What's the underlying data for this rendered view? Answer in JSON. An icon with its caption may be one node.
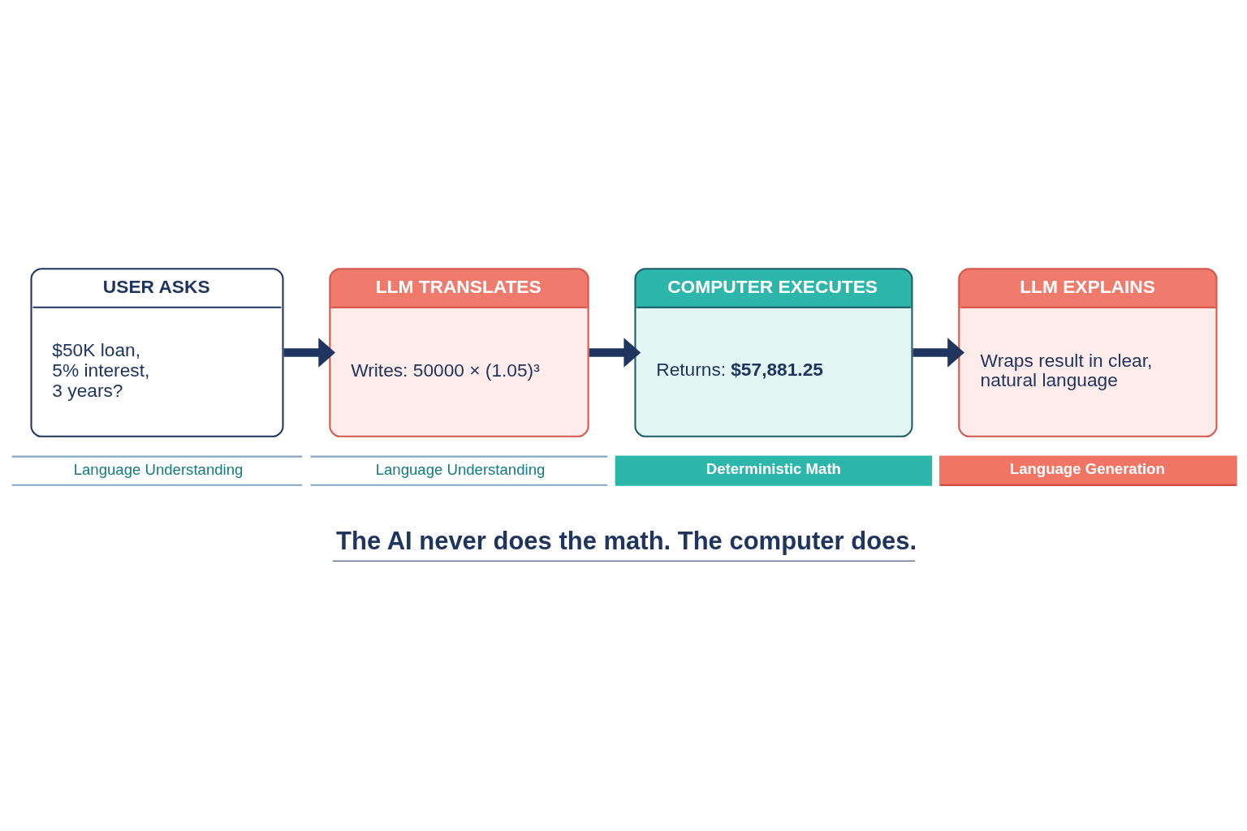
{
  "diagram": {
    "caption": "The AI never does the math. The computer does.",
    "nodes": [
      {
        "text": [
          "USER ASKS",
          "$50K loan, 5% interest, 3 years?"
        ]
      },
      {
        "text": [
          "LLM TRANSLATES",
          "Writes: 50000 × (1.05)³"
        ]
      },
      {
        "text": [
          "COMPUTER EXECUTES",
          "Returns: **$57,881.25**"
        ]
      },
      {
        "text": [
          "LLM EXPLAINS",
          "Wraps result in clear, natural language"
        ]
      },
      {
        "text": [
          "Language Understanding"
        ]
      },
      {
        "text": [
          "Language Understanding"
        ]
      },
      {
        "text": [
          "Deterministic Math"
        ]
      },
      {
        "text": [
          "Language Generation"
        ]
      }
    ],
    "edges": [
      {
        "from": 0,
        "to": 1,
        "arrow": "to"
      },
      {
        "from": 1,
        "to": 2,
        "arrow": "to"
      },
      {
        "from": 2,
        "to": 3,
        "arrow": "to"
      }
    ]
  }
}
